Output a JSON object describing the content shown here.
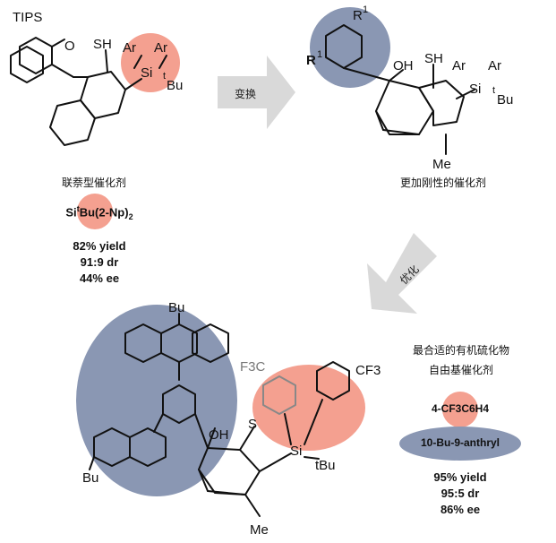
{
  "colors": {
    "salmon": "#f4a090",
    "slate": "#8a97b3",
    "arrow": "#d9d9d9"
  },
  "arrows": {
    "top_label": "变换",
    "diag_label": "优化"
  },
  "catalyst1": {
    "tips": "TIPS",
    "o": "O",
    "sh": "SH",
    "ar1": "Ar",
    "ar2": "Ar",
    "si": "Si",
    "tbu": "Bu",
    "t_sup": "t",
    "caption": "联萘型催化剂",
    "substituent": {
      "pre": "Si",
      "sup": "t",
      "mid": "Bu(2-Np)",
      "sub": "2"
    },
    "results": [
      "82% yield",
      "91:9 dr",
      "44% ee"
    ]
  },
  "catalyst2": {
    "r1_top": "R",
    "r1_top_sup": "1",
    "r1_left": "R",
    "r1_left_sup": "1",
    "oh": "OH",
    "sh": "SH",
    "ar1": "Ar",
    "ar2": "Ar",
    "si": "Si",
    "tbu": "Bu",
    "t_sup": "t",
    "me": "Me",
    "caption": "更加刚性的催化剂"
  },
  "catalyst3": {
    "bu_top": "Bu",
    "bu_bottom": "Bu",
    "oh": "OH",
    "s": "S",
    "si": "Si",
    "tbu": "tBu",
    "me": "Me",
    "cf3_left": "F3C",
    "cf3_right": "CF3",
    "caption_line1": "最合适的有机硫化物",
    "caption_line2": "自由基催化剂",
    "sub1": "4-CF3C6H4",
    "sub2": "10-Bu-9-anthryl",
    "results": [
      "95% yield",
      "95:5 dr",
      "86% ee"
    ]
  }
}
